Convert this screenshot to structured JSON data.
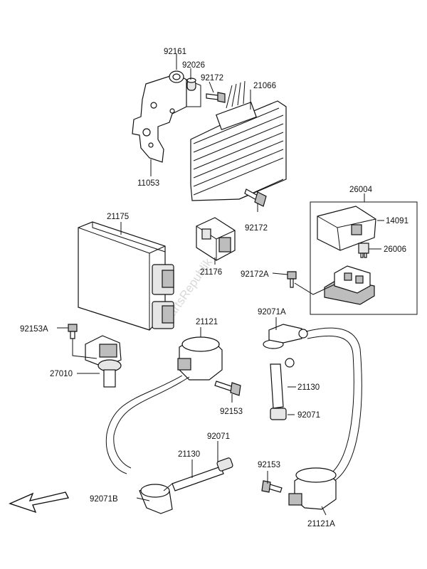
{
  "watermark": "PartsRepublik",
  "labels": {
    "l92161": "92161",
    "l92026": "92026",
    "l92172_top": "92172",
    "l21066": "21066",
    "l11053": "11053",
    "l92172_mid": "92172",
    "l26004": "26004",
    "l14091": "14091",
    "l26006": "26006",
    "l92172A": "92172A",
    "l21175": "21175",
    "l21176": "21176",
    "l92153A": "92153A",
    "l27010": "27010",
    "l21121": "21121",
    "l92153_mid": "92153",
    "l92071A": "92071A",
    "l21130_right": "21130",
    "l92071_right": "92071",
    "l92071_left": "92071",
    "l21130_left": "21130",
    "l92153_right": "92153",
    "l92071B": "92071B",
    "l21121A": "21121A"
  },
  "icons": {
    "front_arrow": "arrow-down-left-icon"
  }
}
